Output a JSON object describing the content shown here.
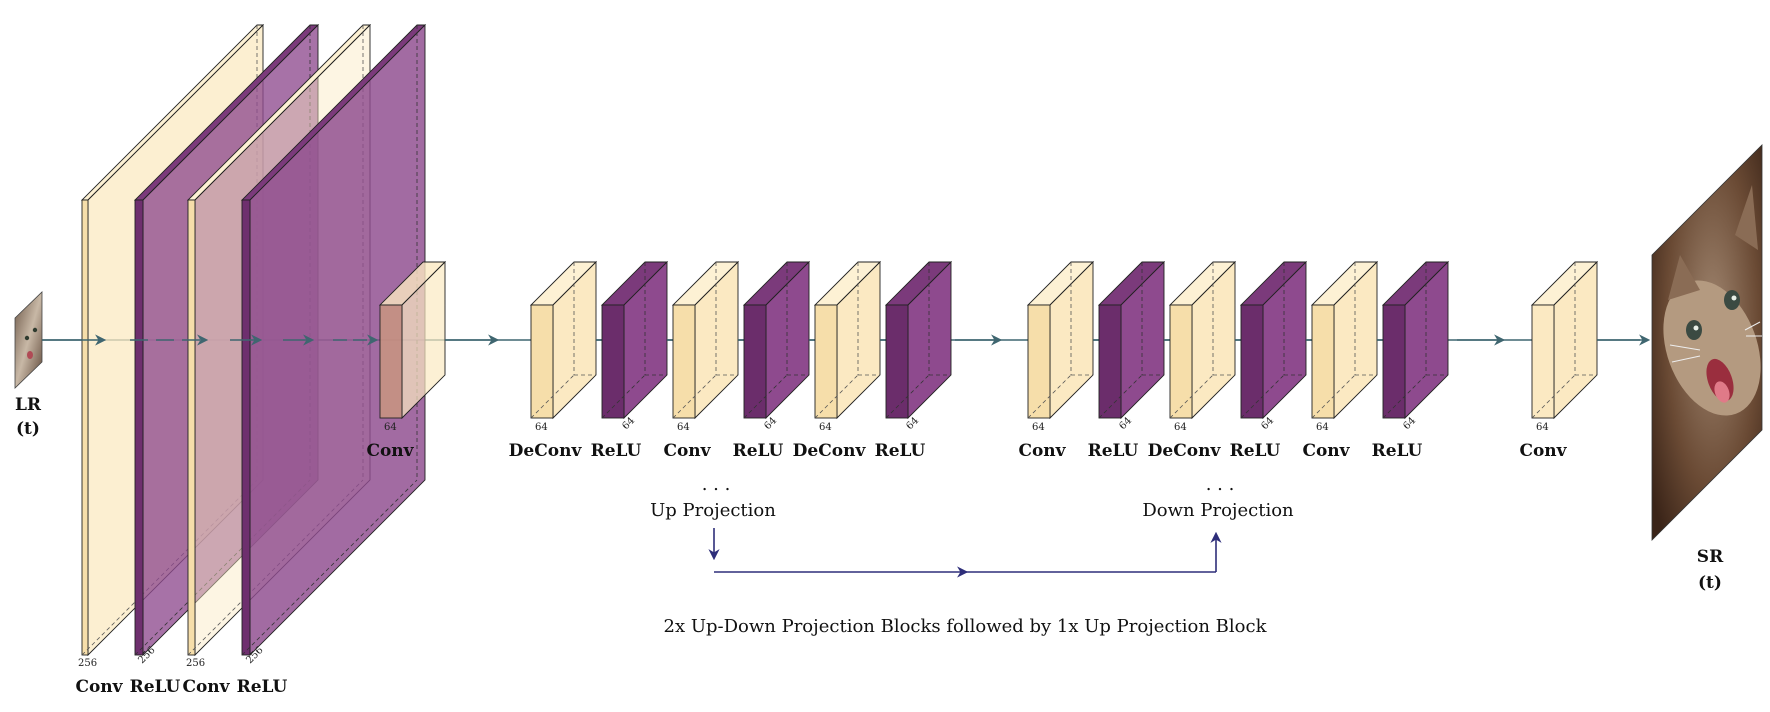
{
  "colors": {
    "conv_fill": "#fbe9c2",
    "conv_edge": "#e8d09a",
    "relu_fill": "#8e4a8e",
    "relu_edge": "#6b2d6b",
    "flow_arrow": "#3f6670",
    "projection_arrow": "#2e2e7a"
  },
  "input": {
    "label_line1": "LR",
    "label_line2": "(t)"
  },
  "output": {
    "label_line1": "SR",
    "label_line2": "(t)"
  },
  "feature_extraction": {
    "layers": [
      {
        "type": "conv",
        "label": "Conv",
        "channels": "256"
      },
      {
        "type": "relu",
        "label": "ReLU",
        "channels": "256"
      },
      {
        "type": "conv",
        "label": "Conv",
        "channels": "256"
      },
      {
        "type": "relu",
        "label": "ReLU",
        "channels": "256"
      }
    ]
  },
  "reduction_conv": {
    "label": "Conv",
    "channels": "64"
  },
  "up_projection": {
    "title": "Up Projection",
    "dots": ". . .",
    "layers": [
      {
        "type": "conv",
        "label": "DeConv",
        "channels": "64"
      },
      {
        "type": "relu",
        "label": "ReLU",
        "channels": "64"
      },
      {
        "type": "conv",
        "label": "Conv",
        "channels": "64"
      },
      {
        "type": "relu",
        "label": "ReLU",
        "channels": "64"
      },
      {
        "type": "conv",
        "label": "DeConv",
        "channels": "64"
      },
      {
        "type": "relu",
        "label": "ReLU",
        "channels": "64"
      }
    ]
  },
  "down_projection": {
    "title": "Down Projection",
    "dots": ". . .",
    "layers": [
      {
        "type": "conv",
        "label": "Conv",
        "channels": "64"
      },
      {
        "type": "relu",
        "label": "ReLU",
        "channels": "64"
      },
      {
        "type": "conv",
        "label": "DeConv",
        "channels": "64"
      },
      {
        "type": "relu",
        "label": "ReLU",
        "channels": "64"
      },
      {
        "type": "conv",
        "label": "Conv",
        "channels": "64"
      },
      {
        "type": "relu",
        "label": "ReLU",
        "channels": "64"
      }
    ]
  },
  "final_conv": {
    "label": "Conv",
    "channels": "64"
  },
  "caption": "2x Up-Down Projection Blocks followed by 1x Up Projection Block"
}
